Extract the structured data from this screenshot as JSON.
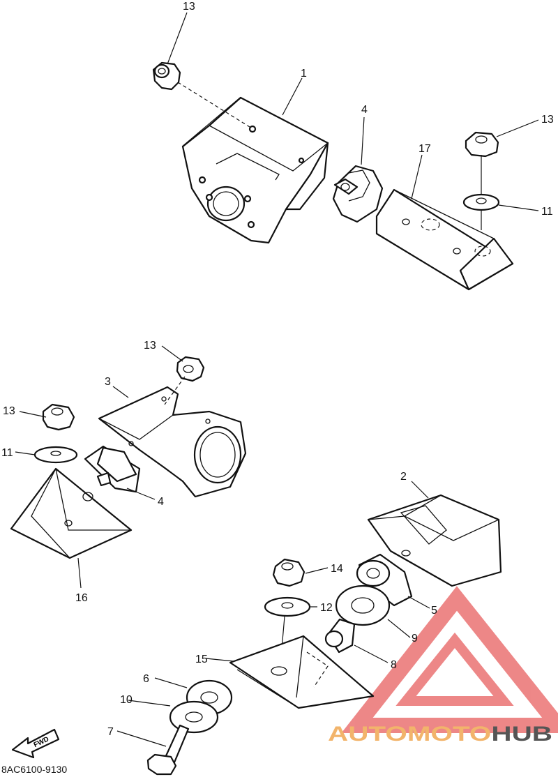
{
  "diagram": {
    "callouts": {
      "c1": "1",
      "c2": "2",
      "c3": "3",
      "c4a": "4",
      "c4b": "4",
      "c5": "5",
      "c6": "6",
      "c7": "7",
      "c8": "8",
      "c9": "9",
      "c10": "10",
      "c11a": "11",
      "c11b": "11",
      "c12": "12",
      "c13a": "13",
      "c13b": "13",
      "c13c": "13",
      "c13d": "13",
      "c14": "14",
      "c15": "15",
      "c16": "16",
      "c17": "17"
    },
    "fwd_label": "FWD",
    "diagram_code": "8AC6100-9130"
  },
  "watermark": {
    "brand_text": "AUTOMOTOHUB",
    "colors": {
      "auto": "#f2b46b",
      "moto": "#f2b46b",
      "hub": "#555555",
      "triangle": "#e86060"
    }
  }
}
